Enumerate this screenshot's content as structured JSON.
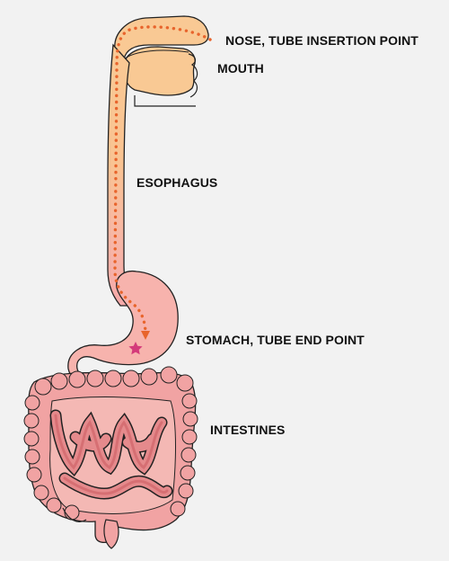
{
  "labels": {
    "nose": "NOSE, TUBE INSERTION POINT",
    "mouth": "MOUTH",
    "esophagus": "ESOPHAGUS",
    "stomach": "STOMACH, TUBE END POINT",
    "intestines": "INTESTINES"
  },
  "colors": {
    "background": "#f2f2f2",
    "upper_tract": "#f9c994",
    "stomach": "#f7b3ad",
    "intestine": "#f1a3a3",
    "intestine_dark": "#d66f73",
    "tube_path": "#e8642c",
    "end_marker": "#d43a7a",
    "outline": "#222222"
  },
  "icons": {
    "tube_end": "arrowhead-icon",
    "end_point": "star-icon"
  }
}
